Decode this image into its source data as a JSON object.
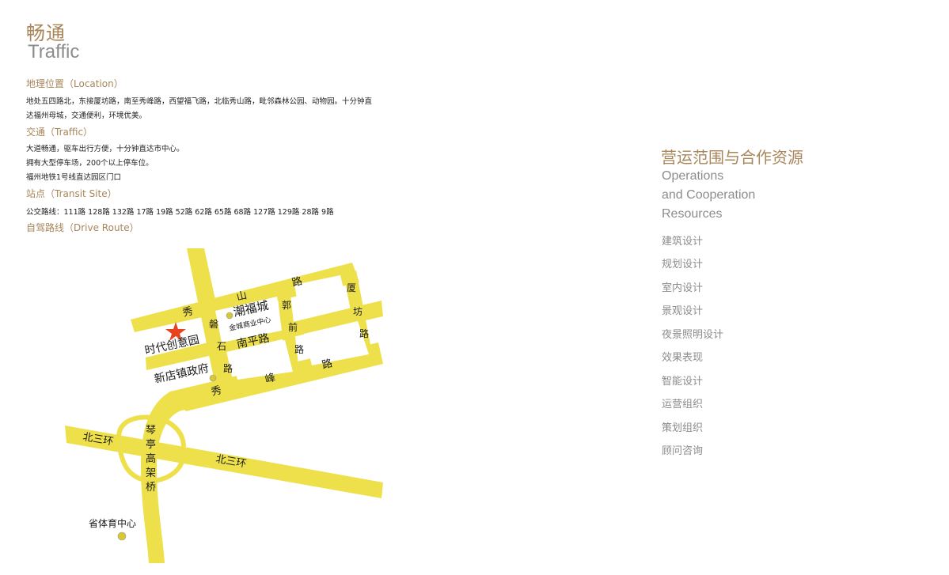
{
  "header": {
    "title_cn": "畅通",
    "title_en": "Traffic"
  },
  "sections": {
    "location": {
      "heading": "地理位置（Location）",
      "lines": [
        "地处五四路北，东接厦坊路，南至秀峰路，西望福飞路，北临秀山路，毗邻森林公园、动物园。十分钟直",
        "达福州母城，交通便利，环境优美。"
      ]
    },
    "traffic": {
      "heading": "交通（Traffic）",
      "lines": [
        "大道畅通，驱车出行方便，十分钟直达市中心。",
        "拥有大型停车场，200个以上停车位。",
        "福州地铁1号线直达园区门口"
      ]
    },
    "transit": {
      "heading": "站点（Transit Site）",
      "lines": [
        "公交路线：111路 128路 132路 17路 19路 52路 62路 65路 68路 127路 129路 28路 9路"
      ]
    },
    "drive": {
      "heading": "自驾路线（Drive Route）"
    }
  },
  "right_panel": {
    "title_cn": "营运范围与合作资源",
    "title_en_lines": [
      "Operations",
      "and Cooperation",
      "Resources"
    ],
    "items": [
      "建筑设计",
      "规划设计",
      "室内设计",
      "景观设计",
      "夜景照明设计",
      "效果表现",
      "智能设计",
      "运营组织",
      "策划组织",
      "顾问咨询"
    ]
  },
  "map": {
    "road_color": "#ede04a",
    "star_color": "#e8421f",
    "marker_color": "#d8c832",
    "labels": {
      "xiu_1": "秀",
      "shan": "山",
      "lu_1": "路",
      "xia": "厦",
      "fang": "坊",
      "lu_fang": "路",
      "guo": "郭",
      "qian": "前",
      "lu_guo": "路",
      "pan": "磐",
      "shi": "石",
      "lu_pan": "路",
      "chaofucheng": "潮福城",
      "jincheng": "金城商业中心",
      "nanping": "南平路",
      "shidai": "时代创意园",
      "xindian": "新店镇政府",
      "xiu_2": "秀",
      "feng": "峰",
      "lu_feng": "路",
      "beisanhuan_1": "北三环",
      "beisanhuan_2": "北三环",
      "qin": "琴",
      "ting": "亭",
      "gao": "高",
      "jia": "架",
      "qiao": "桥",
      "sheng_tiyu": "省体育中心"
    }
  }
}
